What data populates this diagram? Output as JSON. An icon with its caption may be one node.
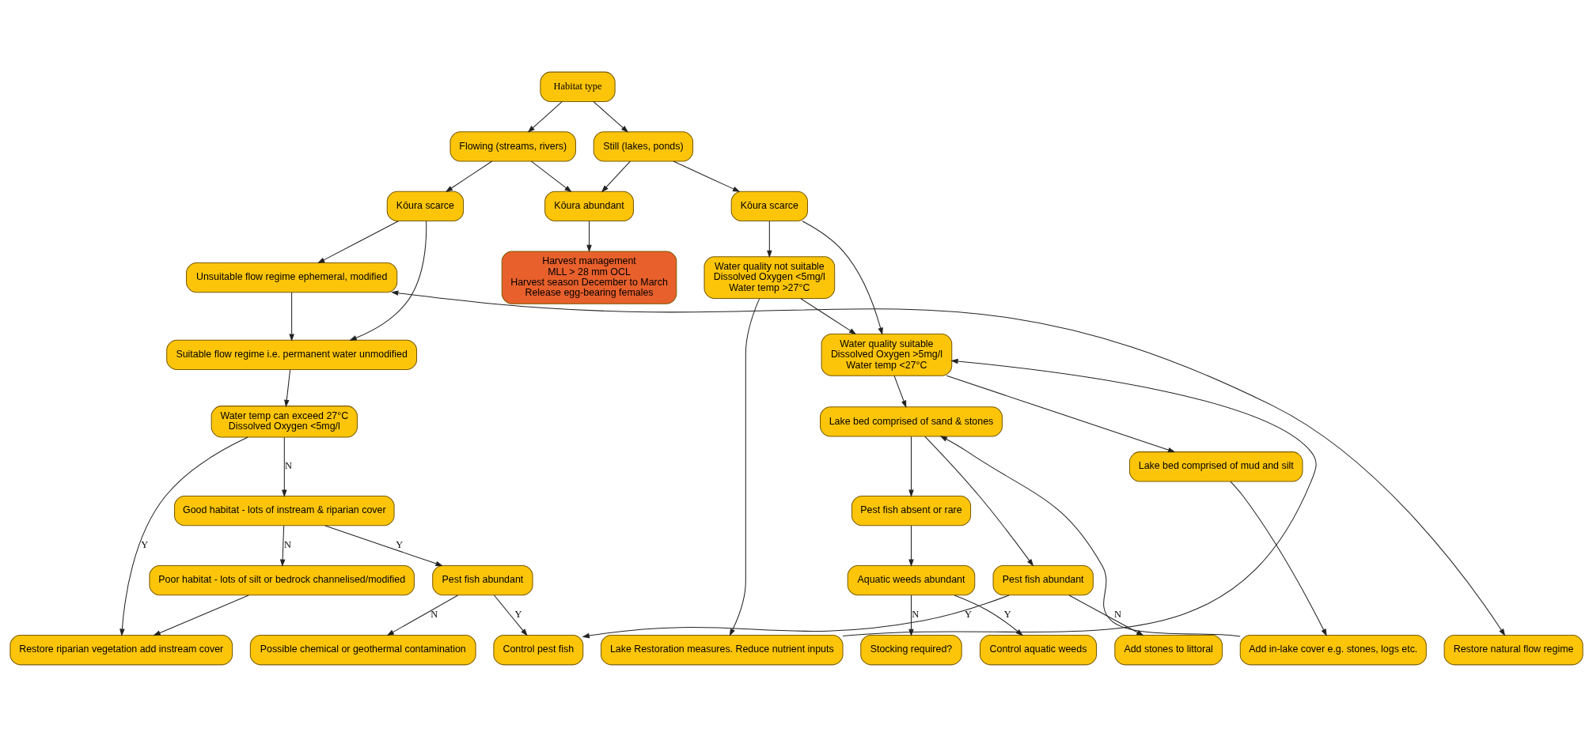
{
  "diagram": {
    "nodes": [
      {
        "text": [
          "Habitat type"
        ]
      },
      {
        "text": [
          "Flowing (streams, rivers)"
        ]
      },
      {
        "text": [
          "Still (lakes, ponds)"
        ]
      },
      {
        "text": [
          "Kōura scarce"
        ]
      },
      {
        "text": [
          "Kōura abundant"
        ]
      },
      {
        "text": [
          "Kōura scarce"
        ]
      },
      {
        "text": [
          "Unsuitable flow regime ephemeral, modified"
        ]
      },
      {
        "text": [
          "Suitable flow regime i.e. permanent water unmodified"
        ]
      },
      {
        "text": [
          "Harvest management",
          "MLL > 28 mm OCL",
          "Harvest season December to March",
          "Release egg-bearing females"
        ]
      },
      {
        "text": [
          "Water quality suitable",
          "Dissolved Oxygen >5mg/l",
          "Water temp <27°C"
        ]
      },
      {
        "text": [
          "Water quality not suitable",
          "Dissolved Oxygen <5mg/l",
          "Water temp >27°C"
        ]
      },
      {
        "text": [
          "Water temp can exceed 27°C",
          "Dissolved Oxygen <5mg/l"
        ]
      },
      {
        "text": [
          "Lake bed comprised of sand & stones"
        ]
      },
      {
        "text": [
          "Lake bed comprised of mud and silt"
        ]
      },
      {
        "text": [
          "Good habitat - lots of instream & riparian cover"
        ]
      },
      {
        "text": [
          "Poor habitat - lots of silt or bedrock channelised/modified"
        ]
      },
      {
        "text": [
          "Pest fish abundant"
        ]
      },
      {
        "text": [
          "Pest fish absent or rare"
        ]
      },
      {
        "text": [
          "Pest fish abundant"
        ]
      },
      {
        "text": [
          "Aquatic weeds abundant"
        ]
      },
      {
        "text": [
          "Restore natural flow regime"
        ]
      },
      {
        "text": [
          "Control pest fish"
        ]
      },
      {
        "text": [
          "Possible chemical or geothermal contamination"
        ]
      },
      {
        "text": [
          "Restore riparian vegetation add instream cover"
        ]
      },
      {
        "text": [
          "Add stones to littoral"
        ]
      },
      {
        "text": [
          "Control aquatic weeds"
        ]
      },
      {
        "text": [
          "Stocking required?"
        ]
      },
      {
        "text": [
          "Add in-lake cover e.g. stones, logs etc."
        ]
      },
      {
        "text": [
          "Lake Restoration measures. Reduce nutrient inputs"
        ]
      }
    ],
    "edges": [
      {
        "from": 0,
        "to": 1,
        "arrow": "to"
      },
      {
        "from": 0,
        "to": 2,
        "arrow": "to"
      },
      {
        "from": 1,
        "to": 3,
        "arrow": "to"
      },
      {
        "from": 1,
        "to": 4,
        "arrow": "to"
      },
      {
        "from": 2,
        "to": 4,
        "arrow": "to"
      },
      {
        "from": 2,
        "to": 5,
        "arrow": "to"
      },
      {
        "from": 3,
        "to": 6,
        "arrow": "to"
      },
      {
        "from": 3,
        "to": 7,
        "arrow": "to"
      },
      {
        "from": 6,
        "to": 7,
        "arrow": "to"
      },
      {
        "from": 4,
        "to": 8,
        "arrow": "to"
      },
      {
        "from": 5,
        "to": 9,
        "arrow": "to"
      },
      {
        "from": 5,
        "to": 10,
        "arrow": "to"
      },
      {
        "from": 10,
        "to": 9,
        "arrow": "to"
      },
      {
        "from": 7,
        "to": 11,
        "arrow": "to"
      },
      {
        "from": 11,
        "to": 14,
        "arrow": "to",
        "label": "N"
      },
      {
        "from": 11,
        "to": 23,
        "arrow": "to",
        "label": "Y"
      },
      {
        "from": 14,
        "to": 15,
        "arrow": "to",
        "label": "N"
      },
      {
        "from": 14,
        "to": 18,
        "arrow": "to",
        "label": "Y"
      },
      {
        "from": 18,
        "to": 21,
        "arrow": "to",
        "label": "Y"
      },
      {
        "from": 18,
        "to": 22,
        "arrow": "to",
        "label": "N"
      },
      {
        "from": 15,
        "to": 23,
        "arrow": "to"
      },
      {
        "from": 9,
        "to": 12,
        "arrow": "to"
      },
      {
        "from": 9,
        "to": 13,
        "arrow": "to"
      },
      {
        "from": 12,
        "to": 16,
        "arrow": "to"
      },
      {
        "from": 12,
        "to": 17,
        "arrow": "to"
      },
      {
        "from": 16,
        "to": 21,
        "arrow": "to",
        "label": "Y"
      },
      {
        "from": 16,
        "to": 24,
        "arrow": "to",
        "label": "N"
      },
      {
        "from": 17,
        "to": 19,
        "arrow": "to"
      },
      {
        "from": 19,
        "to": 25,
        "arrow": "to",
        "label": "Y"
      },
      {
        "from": 19,
        "to": 26,
        "arrow": "to",
        "label": "N"
      },
      {
        "from": 13,
        "to": 27,
        "arrow": "to"
      },
      {
        "from": 27,
        "to": 12,
        "arrow": "to"
      },
      {
        "from": 10,
        "to": 28,
        "arrow": "to"
      },
      {
        "from": 28,
        "to": 9,
        "arrow": "to"
      },
      {
        "from": 20,
        "to": 6,
        "arrow": "both"
      }
    ]
  }
}
